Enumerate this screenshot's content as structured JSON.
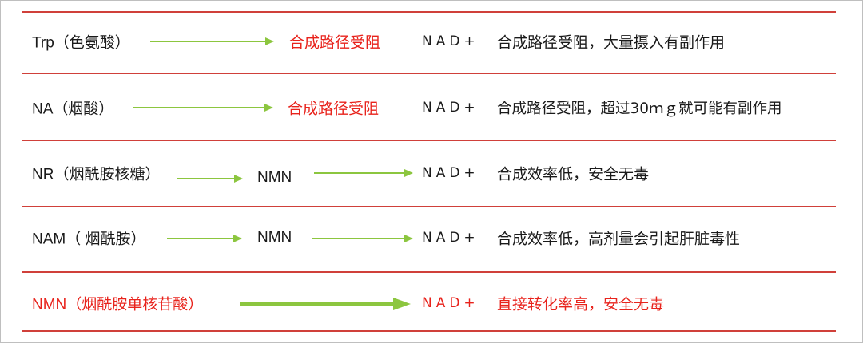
{
  "colors": {
    "accent_red": "#e8231c",
    "arrow_green": "#8cc63f",
    "separator": "#d0403a"
  },
  "rows": [
    {
      "source": "Trp（色氨酸）",
      "blocked_text": "合成路径受阻",
      "nad": "NAD+",
      "comment": "合成路径受阻，大量摄入有副作用"
    },
    {
      "source": "NA（烟酸）",
      "blocked_text": "合成路径受阻",
      "nad": "NAD+",
      "comment": "合成路径受阻，超过30ｍｇ就可能有副作用"
    },
    {
      "source": "NR（烟酰胺核糖）",
      "intermediate": "NMN",
      "nad": "NAD+",
      "comment": "合成效率低，安全无毒"
    },
    {
      "source": "NAM（ 烟酰胺）",
      "intermediate": "NMN",
      "nad": "NAD+",
      "comment": "合成效率低，高剂量会引起肝脏毒性"
    },
    {
      "source": "NMN（烟酰胺单核苷酸）",
      "nad": "NAD+",
      "comment": "直接转化率高，安全无毒"
    }
  ]
}
